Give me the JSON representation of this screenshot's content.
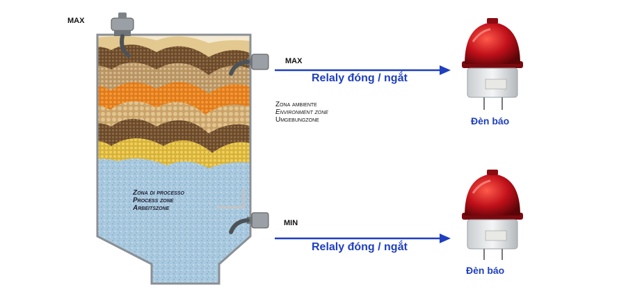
{
  "labels": {
    "max_top": "MAX",
    "max_sensor": "MAX",
    "min_sensor": "MIN"
  },
  "relay": {
    "top": "Relaly đóng / ngắt",
    "bottom": "Relaly đóng / ngắt"
  },
  "lamp": {
    "top_label": "Đèn báo",
    "bottom_label": "Đèn báo"
  },
  "zones": {
    "ambient": [
      "Zona ambiente",
      "Environment zone",
      "Umgebungzone"
    ],
    "process": [
      "Zona di processo",
      "Process zone",
      "Arbeitszone"
    ]
  },
  "colors": {
    "arrow": "#1f3fbf",
    "lamp_red": "#c0101a",
    "silo_fill": "#9ec3dc"
  }
}
